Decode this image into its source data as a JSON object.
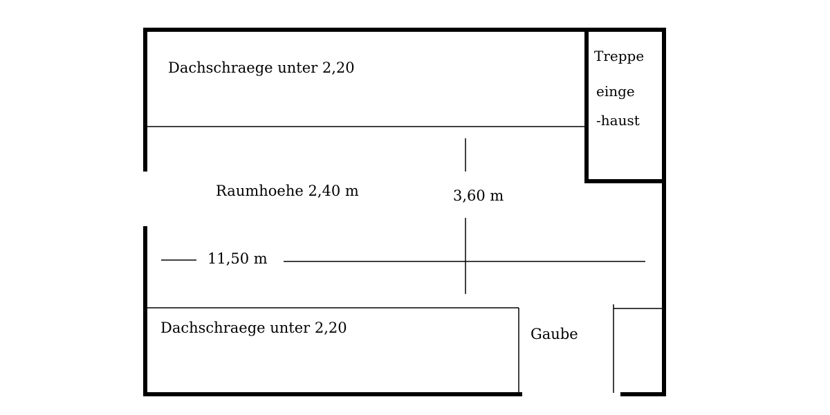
{
  "floor_plan": {
    "labels": {
      "slope_top": "Dachschraege unter 2,20",
      "room_height": "Raumhoehe 2,40 m",
      "width_dimension": "11,50 m",
      "depth_dimension": "3,60 m",
      "slope_bottom": "Dachschraege unter 2,20",
      "dormer": "Gaube",
      "stair_line1": "Treppe",
      "stair_line2": "einge",
      "stair_line3": "-haust"
    }
  }
}
